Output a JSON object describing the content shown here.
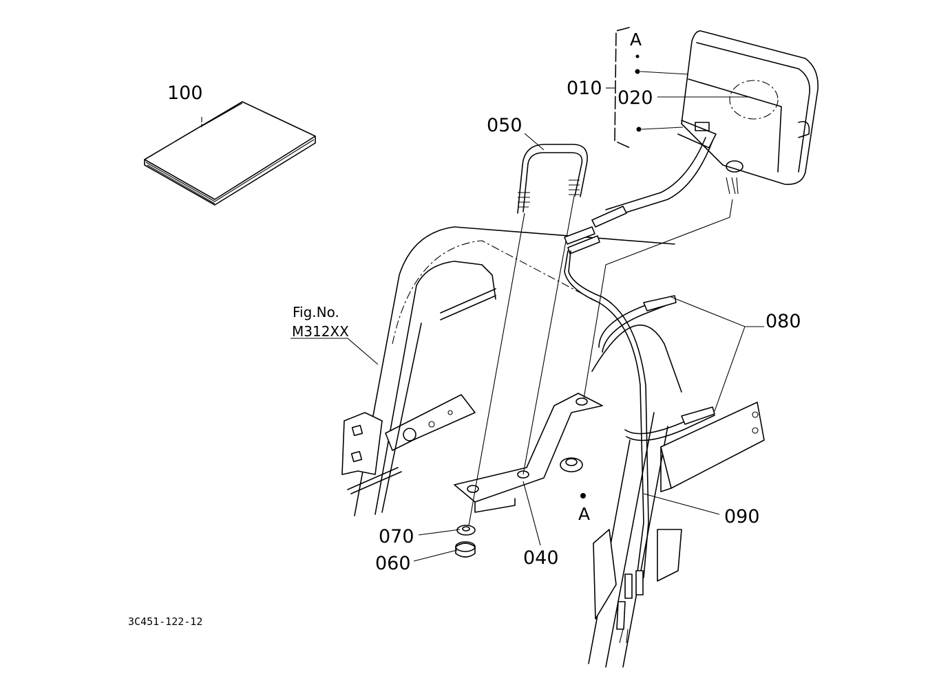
{
  "callouts": {
    "p010": "010",
    "p020": "020",
    "p040": "040",
    "p050": "050",
    "p060": "060",
    "p070": "070",
    "p080": "080",
    "p090": "090",
    "p100": "100"
  },
  "markers": {
    "a_top": "A",
    "a_bottom": "A"
  },
  "figure_ref": {
    "line1": "Fig.No.",
    "line2": "M312XX"
  },
  "drawing_code": "3C451-122-12"
}
